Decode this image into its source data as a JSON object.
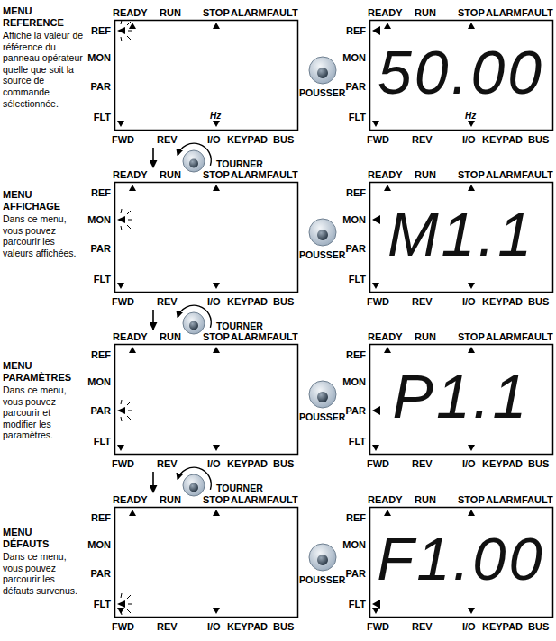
{
  "diagram": {
    "nodes": [
      {
        "text": [
          "READY",
          "RUN",
          "STOP",
          "ALARM",
          "FAULT",
          "REF",
          "MON",
          "PAR",
          "FLT",
          "FWD",
          "REV",
          "I/O",
          "KEYPAD",
          "BUS",
          "Hz"
        ]
      },
      {
        "text": [
          "READY",
          "RUN",
          "STOP",
          "ALARM",
          "FAULT",
          "REF",
          "MON",
          "PAR",
          "FLT",
          "FWD",
          "REV",
          "I/O",
          "KEYPAD",
          "BUS",
          "Hz",
          "50.00"
        ]
      },
      {
        "text": [
          "READY",
          "RUN",
          "STOP",
          "ALARM",
          "FAULT",
          "REF",
          "MON",
          "PAR",
          "FLT",
          "FWD",
          "REV",
          "I/O",
          "KEYPAD",
          "BUS"
        ]
      },
      {
        "text": [
          "READY",
          "RUN",
          "STOP",
          "ALARM",
          "FAULT",
          "REF",
          "MON",
          "PAR",
          "FLT",
          "FWD",
          "REV",
          "I/O",
          "KEYPAD",
          "BUS",
          "M1.1"
        ]
      },
      {
        "text": [
          "READY",
          "RUN",
          "STOP",
          "ALARM",
          "FAULT",
          "REF",
          "MON",
          "PAR",
          "FLT",
          "FWD",
          "REV",
          "I/O",
          "KEYPAD",
          "BUS"
        ]
      },
      {
        "text": [
          "READY",
          "RUN",
          "STOP",
          "ALARM",
          "FAULT",
          "REF",
          "MON",
          "PAR",
          "FLT",
          "FWD",
          "REV",
          "I/O",
          "KEYPAD",
          "BUS",
          "P1.1"
        ]
      },
      {
        "text": [
          "READY",
          "RUN",
          "STOP",
          "ALARM",
          "FAULT",
          "REF",
          "MON",
          "PAR",
          "FLT",
          "FWD",
          "REV",
          "I/O",
          "KEYPAD",
          "BUS"
        ]
      },
      {
        "text": [
          "READY",
          "RUN",
          "STOP",
          "ALARM",
          "FAULT",
          "REF",
          "MON",
          "PAR",
          "FLT",
          "FWD",
          "REV",
          "I/O",
          "KEYPAD",
          "BUS",
          "F1.00"
        ]
      }
    ],
    "edges": [
      {
        "from": 0,
        "to": 2,
        "arrow": "to"
      },
      {
        "from": 2,
        "to": 4,
        "arrow": "to"
      },
      {
        "from": 4,
        "to": 6,
        "arrow": "to"
      }
    ],
    "labels": [
      "MENU REFERENCE",
      "Affiche la valeur de référence du panneau opérateur quelle que soit la source de commande sélectionnée.",
      "POUSSER",
      "TOURNER",
      "MENU AFFICHAGE",
      "Dans ce menu, vous pouvez parcourir les valeurs affichées.",
      "POUSSER",
      "TOURNER",
      "MENU PARAMÈTRES",
      "Dans ce menu, vous pouvez parcourir et modifier les paramètres.",
      "POUSSER",
      "TOURNER",
      "MENU DÉFAUTS",
      "Dans ce menu, vous pouvez parcourir les défauts survenus.",
      "POUSSER"
    ]
  }
}
